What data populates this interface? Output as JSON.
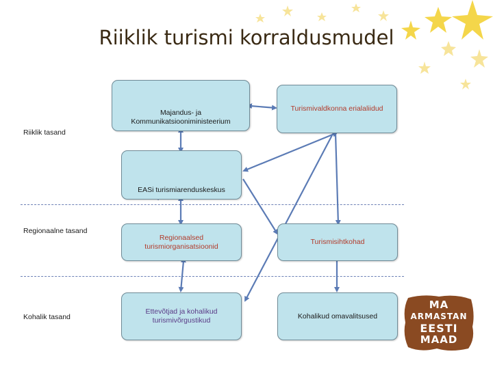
{
  "title": "Riiklik turismi korraldusmudel",
  "levels": {
    "national": "Riiklik tasand",
    "regional": "Regionaalne tasand",
    "local": "Kohalik tasand"
  },
  "boxes": {
    "ministry": "Majandus- ja\nKommunikatsiooniministeerium",
    "associations": "Turismivaldkonna erialaliidud",
    "eas": "EASi turismiarenduskeskus",
    "regional_orgs": "Regionaalsed\nturismiorganisatsioonid",
    "tourism_info": "Turismisihtkohad",
    "entrepreneurs": "Ettevõtjad ja kohalikud\nturismivõrgustikud",
    "local_gov": "Kohalikud omavalitsused"
  },
  "logo": {
    "line1": "MA",
    "line2": "ARMASTAN",
    "line3": "EESTI",
    "line4": "MAAD"
  },
  "colors": {
    "box_fill": "#bfe3ec",
    "arrow": "#5b7bb5",
    "red_text": "#b23b2b",
    "purple_text": "#5a3a86",
    "logo": "#8a4a22"
  }
}
